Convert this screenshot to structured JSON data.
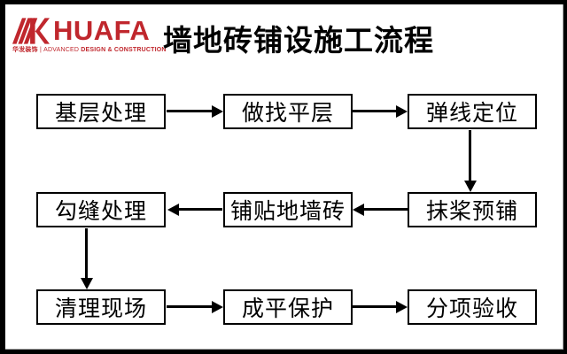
{
  "logo": {
    "brand": "HUAFA",
    "tagline_cn": "华发装饰",
    "tagline_divider": "|",
    "tagline_en_regular": "ADVANCED",
    "tagline_en_bold": "DESIGN & CONSTRUCTION",
    "brand_color": "#C0272D",
    "icon": "huafa-k-stripes-icon"
  },
  "title": "墙地砖铺设施工流程",
  "flowchart": {
    "boxes": [
      {
        "label": "基层处理"
      },
      {
        "label": "做找平层"
      },
      {
        "label": "弹线定位"
      },
      {
        "label": "抹桨预铺"
      },
      {
        "label": "铺贴地墙砖"
      },
      {
        "label": "勾缝处理"
      },
      {
        "label": "清理现场"
      },
      {
        "label": "成平保护"
      },
      {
        "label": "分项验收"
      }
    ],
    "connectors": [
      {
        "from": "基层处理",
        "to": "做找平层",
        "direction": "right"
      },
      {
        "from": "做找平层",
        "to": "弹线定位",
        "direction": "right"
      },
      {
        "from": "弹线定位",
        "to": "抹桨预铺",
        "direction": "down"
      },
      {
        "from": "抹桨预铺",
        "to": "铺贴地墙砖",
        "direction": "left"
      },
      {
        "from": "铺贴地墙砖",
        "to": "勾缝处理",
        "direction": "left"
      },
      {
        "from": "勾缝处理",
        "to": "清理现场",
        "direction": "down"
      },
      {
        "from": "清理现场",
        "to": "成平保护",
        "direction": "right"
      },
      {
        "from": "成平保护",
        "to": "分项验收",
        "direction": "right"
      }
    ]
  },
  "colors": {
    "background": "#FFFFFF",
    "frame": "#000000",
    "box_border": "#000000",
    "text": "#000000",
    "accent_red": "#C0272D"
  }
}
